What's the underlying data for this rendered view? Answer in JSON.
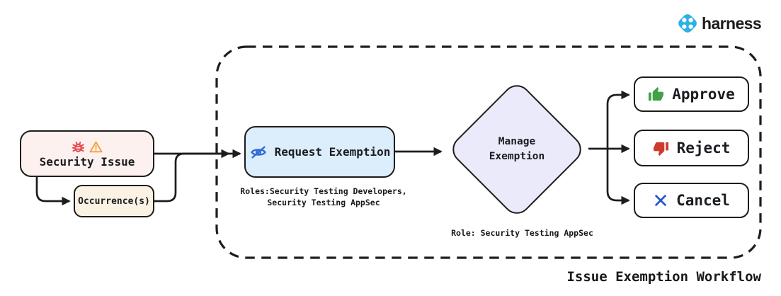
{
  "brand": {
    "name": "harness",
    "logo_blue": "#2cb1e6"
  },
  "title": "Issue Exemption Workflow",
  "nodes": {
    "security_issue": {
      "label": "Security Issue",
      "icons": [
        "bug-icon",
        "warning-icon"
      ],
      "bg": "#fdf1ef"
    },
    "occurrences": {
      "label": "Occurrence(s)",
      "bg": "#fbf2e3"
    },
    "request_exemption": {
      "label": "Request Exemption",
      "icon": "eye-off-icon",
      "bg": "#dcedfb",
      "roles_line1": "Roles:Security Testing Developers,",
      "roles_line2": "Security Testing AppSec"
    },
    "manage_exemption": {
      "label_line1": "Manage",
      "label_line2": "Exemption",
      "bg": "#ebeafb",
      "role_note": "Role: Security Testing AppSec"
    },
    "approve": {
      "label": "Approve",
      "icon": "thumbs-up-icon",
      "icon_color": "#43a047"
    },
    "reject": {
      "label": "Reject",
      "icon": "thumbs-down-icon",
      "icon_color": "#ce3b2c"
    },
    "cancel": {
      "label": "Cancel",
      "icon": "x-icon",
      "icon_color": "#2353d4"
    }
  },
  "colors": {
    "bug_red": "#e5484d",
    "warning_orange": "#f1a13d",
    "eye_blue": "#2e6bd8",
    "stroke_dark": "#1d1d1d"
  }
}
